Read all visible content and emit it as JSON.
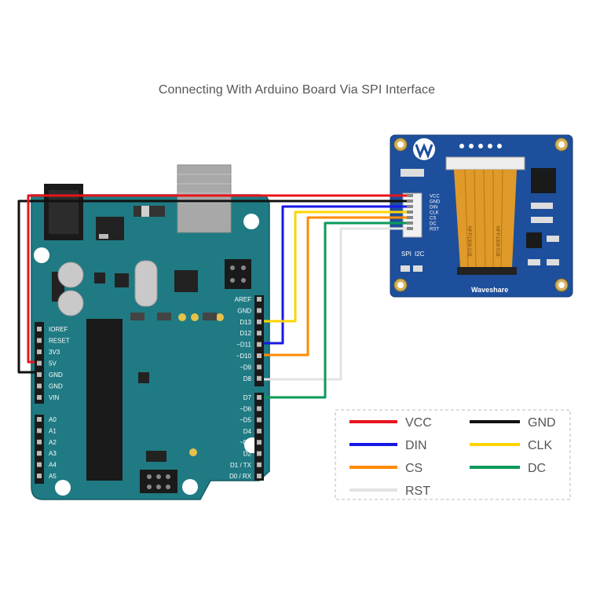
{
  "title": "Connecting With Arduino Board Via SPI Interface",
  "arduino": {
    "left_header_pins": [
      "IOREF",
      "RESET",
      "3V3",
      "5V",
      "GND",
      "GND",
      "VIN"
    ],
    "analog_pins": [
      "A0",
      "A1",
      "A2",
      "A3",
      "A4",
      "A5"
    ],
    "right_header_top": [
      "AREF",
      "GND",
      "D13",
      "D12",
      "~D11",
      "~D10",
      "~D9",
      "D8"
    ],
    "right_header_bottom": [
      "D7",
      "~D6",
      "~D5",
      "D4",
      "~D3",
      "D2",
      "D1 / TX",
      "D0 / RX"
    ]
  },
  "oled": {
    "brand": "Waveshare",
    "connector_pins": [
      "VCC",
      "GND",
      "DIN",
      "CLK",
      "CS",
      "DC",
      "RST"
    ],
    "mode_labels": [
      "SPI",
      "I2C"
    ],
    "flex_labels": [
      "MFP1309-01B",
      "MFP1309-01B"
    ]
  },
  "legend": [
    {
      "label": "VCC",
      "color": "#e8141b"
    },
    {
      "label": "GND",
      "color": "#111111"
    },
    {
      "label": "DIN",
      "color": "#1717e6"
    },
    {
      "label": "CLK",
      "color": "#ffd400"
    },
    {
      "label": "CS",
      "color": "#ff8a00"
    },
    {
      "label": "DC",
      "color": "#0a9a5a"
    },
    {
      "label": "RST",
      "color": "#e3e3e3"
    }
  ],
  "colors": {
    "board": "#1f7a83",
    "board_dark": "#15646c",
    "oled_pcb": "#1d4f9c",
    "flex": "#e09a2a"
  }
}
